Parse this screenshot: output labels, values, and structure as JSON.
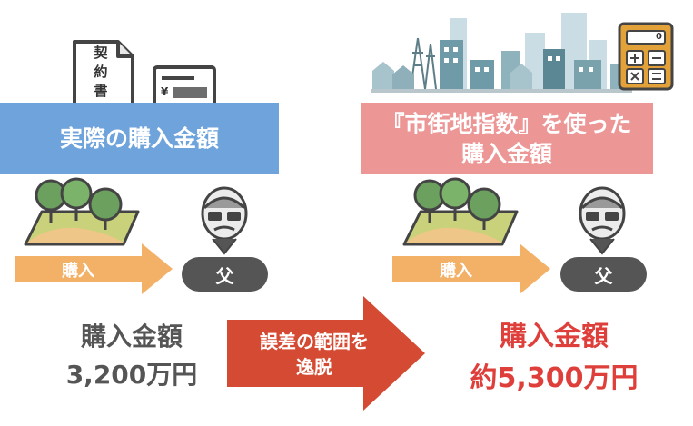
{
  "contract_doc": {
    "line1": "契",
    "line2": "約",
    "line3": "書"
  },
  "card": {
    "yen_mark": "¥"
  },
  "calculator": {
    "display": "0"
  },
  "left": {
    "banner": "実際の購入金額",
    "arrow_label": "購入",
    "father_label": "父",
    "amount_title": "購入金額",
    "amount_value": "3,200万円"
  },
  "right": {
    "banner_line1": "『市街地指数』を使った",
    "banner_line2": "購入金額",
    "arrow_label": "購入",
    "father_label": "父",
    "amount_title": "購入金額",
    "amount_value": "約5,300万円"
  },
  "middle_arrow": {
    "line1": "誤差の範囲を",
    "line2": "逸脱"
  },
  "colors": {
    "left_banner": "#6fa3dc",
    "right_banner": "#ec9696",
    "purchase_arrow": "#f3b167",
    "red_arrow": "#d54a32",
    "accent_red": "#df3f3a"
  }
}
